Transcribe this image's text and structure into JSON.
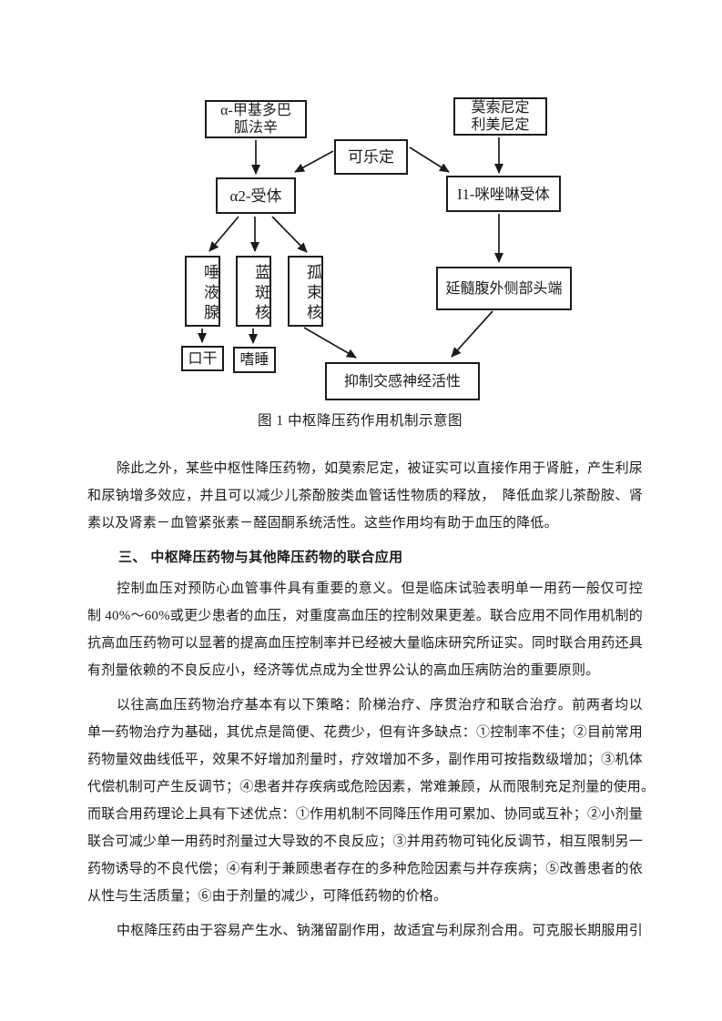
{
  "page": {
    "background": "#ffffff",
    "text_color": "#1c1c1c"
  },
  "diagram": {
    "caption": "图 1 中枢降压药作用机制示意图",
    "boxes": {
      "methyldopa": {
        "line1": "α-甲基多巴",
        "line2": "胍法辛"
      },
      "moxonidine": {
        "line1": "莫索尼定",
        "line2": "利美尼定"
      },
      "clonidine": "可乐定",
      "alpha2_receptor": "α2-受体",
      "i1_receptor": "I1-咪唑啉受体",
      "salivary_gland": "唾液腺",
      "locus_coeruleus": "蓝斑核",
      "nucleus_tractus_solitarii": "孤束核",
      "dry_mouth": "口干",
      "drowsiness": "嗜睡",
      "rvlm": "延髓腹外侧部头端",
      "inhibit_sympathetic": "抑制交感神经活性"
    }
  },
  "document": {
    "lines": [
      {
        "text": "除此之外，某些中枢性降压药物，如莫索尼定，被证实可以直接作用于肾脏，产生利尿"
      },
      {
        "text": "和尿钠增多效应，并且可以减少儿茶酚胺类血管话性物质的释放，　降低血浆儿茶酚胺、肾"
      },
      {
        "text": "素以及肾素－血管紧张素－醛固酮系统活性。这些作用均有助于血压的降低。"
      },
      {
        "text": "三、 中枢降压药物与其他降压药物的联合应用"
      },
      {
        "text": "控制血压对预防心血管事件具有重要的意义。但是临床试验表明单一用药一般仅可控"
      },
      {
        "text": "制 40%～60%或更少患者的血压，对重度高血压的控制效果更差。联合应用不同作用机制的"
      },
      {
        "text": "抗高血压药物可以显著的提高血压控制率并已经被大量临床研究所证实。同时联合用药还具"
      },
      {
        "text": "有剂量依赖的不良反应小，经济等优点成为全世界公认的高血压病防治的重要原则。"
      },
      {
        "text": "以往高血压药物治疗基本有以下策略：阶梯治疗、序贯治疗和联合治疗。前两者均以"
      },
      {
        "text": "单一药物治疗为基础，其优点是简便、花费少，但有许多缺点：①控制率不佳；②目前常用"
      },
      {
        "text": "药物量效曲线低平，效果不好增加剂量时，疗效增加不多，副作用可按指数级增加；③机体"
      },
      {
        "text": "代偿机制可产生反调节；④患者并存疾病或危险因素，常难兼顾，从而限制充足剂量的使用。"
      },
      {
        "text": "而联合用药理论上具有下述优点：①作用机制不同降压作用可累加、协同或互补；②小剂量"
      },
      {
        "text": "联合可减少单一用药时剂量过大导致的不良反应；③并用药物可钝化反调节，相互限制另一"
      },
      {
        "text": "药物诱导的不良代偿；④有利于兼顾患者存在的多种危险因素与并存疾病；⑤改善患者的依"
      },
      {
        "text": "从性与生活质量；⑥由于剂量的减少，可降低药物的价格。"
      },
      {
        "text": "中枢降压药由于容易产生水、钠潴留副作用，故适宜与利尿剂合用。可克服长期服用引"
      }
    ]
  }
}
